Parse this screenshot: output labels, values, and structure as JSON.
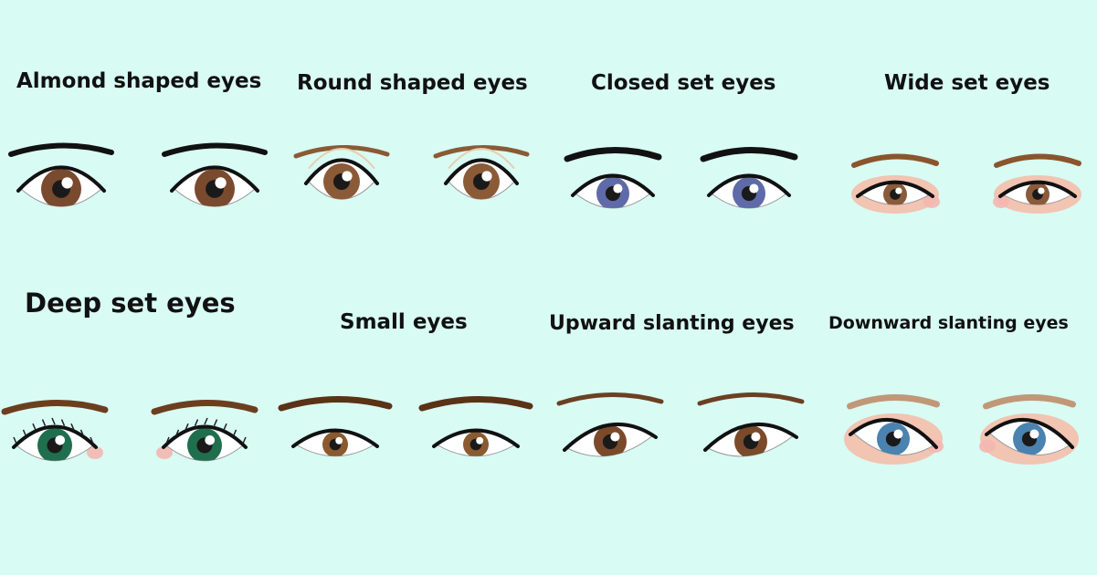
{
  "background": "#d8fbf4",
  "colors": {
    "sclera": "#ffffff",
    "pupil": "#1a1a1a",
    "brow_black": "#111111",
    "brow_brown": "#6b3f1e",
    "brow_light": "#b98458",
    "skin": "#f2c4b2",
    "blush": "#f4b7b0"
  },
  "eye_types": [
    {
      "label": "Almond shaped eyes",
      "iris_color": "#7a4a2e",
      "brow_color": "#111111"
    },
    {
      "label": "Round shaped eyes",
      "iris_color": "#8b5a36",
      "brow_color": "#8a5a35"
    },
    {
      "label": "Closed set eyes",
      "iris_color": "#5f6aa8",
      "brow_color": "#111111"
    },
    {
      "label": "Wide set eyes",
      "iris_color": "#8a5b3a",
      "brow_color": "#8a552c"
    },
    {
      "label": "Deep set eyes",
      "iris_color": "#1f6f4e",
      "brow_color": "#6b3f1e"
    },
    {
      "label": "Small eyes",
      "iris_color": "#8b5a2e",
      "brow_color": "#5a3216"
    },
    {
      "label": "Upward slanting eyes",
      "iris_color": "#7a4a2a",
      "brow_color": "#6b4022"
    },
    {
      "label": "Downward slanting eyes",
      "iris_color": "#4a82b0",
      "brow_color": "#c09878"
    }
  ]
}
